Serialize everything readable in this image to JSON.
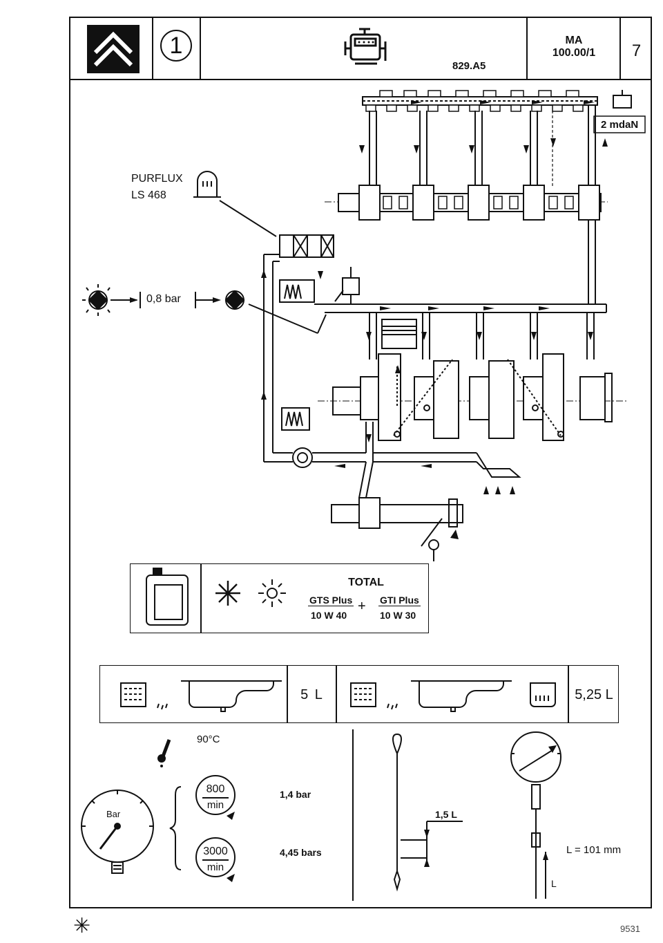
{
  "header": {
    "page_circle_number": "1",
    "engine_code": "829.A5",
    "ref_top": "MA",
    "ref_bottom": "100.00/1",
    "page_number": "7"
  },
  "diagram": {
    "filter_brand": "PURFLUX",
    "filter_model": "LS 468",
    "pressure_switch": "0,8 bar",
    "torque": "2 mdaN"
  },
  "oil_spec": {
    "brand": "TOTAL",
    "grade1_name": "GTS Plus",
    "grade1_visc": "10 W 40",
    "plus_sign": "+",
    "grade2_name": "GTI Plus",
    "grade2_visc": "10 W 30"
  },
  "capacity": {
    "without_filter": "5 L",
    "with_filter": "5,25 L"
  },
  "pressure_test": {
    "temperature": "90°C",
    "gauge_label": "Bar",
    "rpm1_value": "800",
    "rpm1_unit": "min",
    "pressure1": "1,4 bar",
    "rpm2_value": "3000",
    "rpm2_unit": "min",
    "pressure2": "4,45 bars"
  },
  "dipstick": {
    "volume": "1,5 L",
    "length_eq": "L = 101 mm",
    "length_symbol": "L"
  },
  "footer": {
    "asterisk": "✳",
    "doc_number": "9531"
  }
}
